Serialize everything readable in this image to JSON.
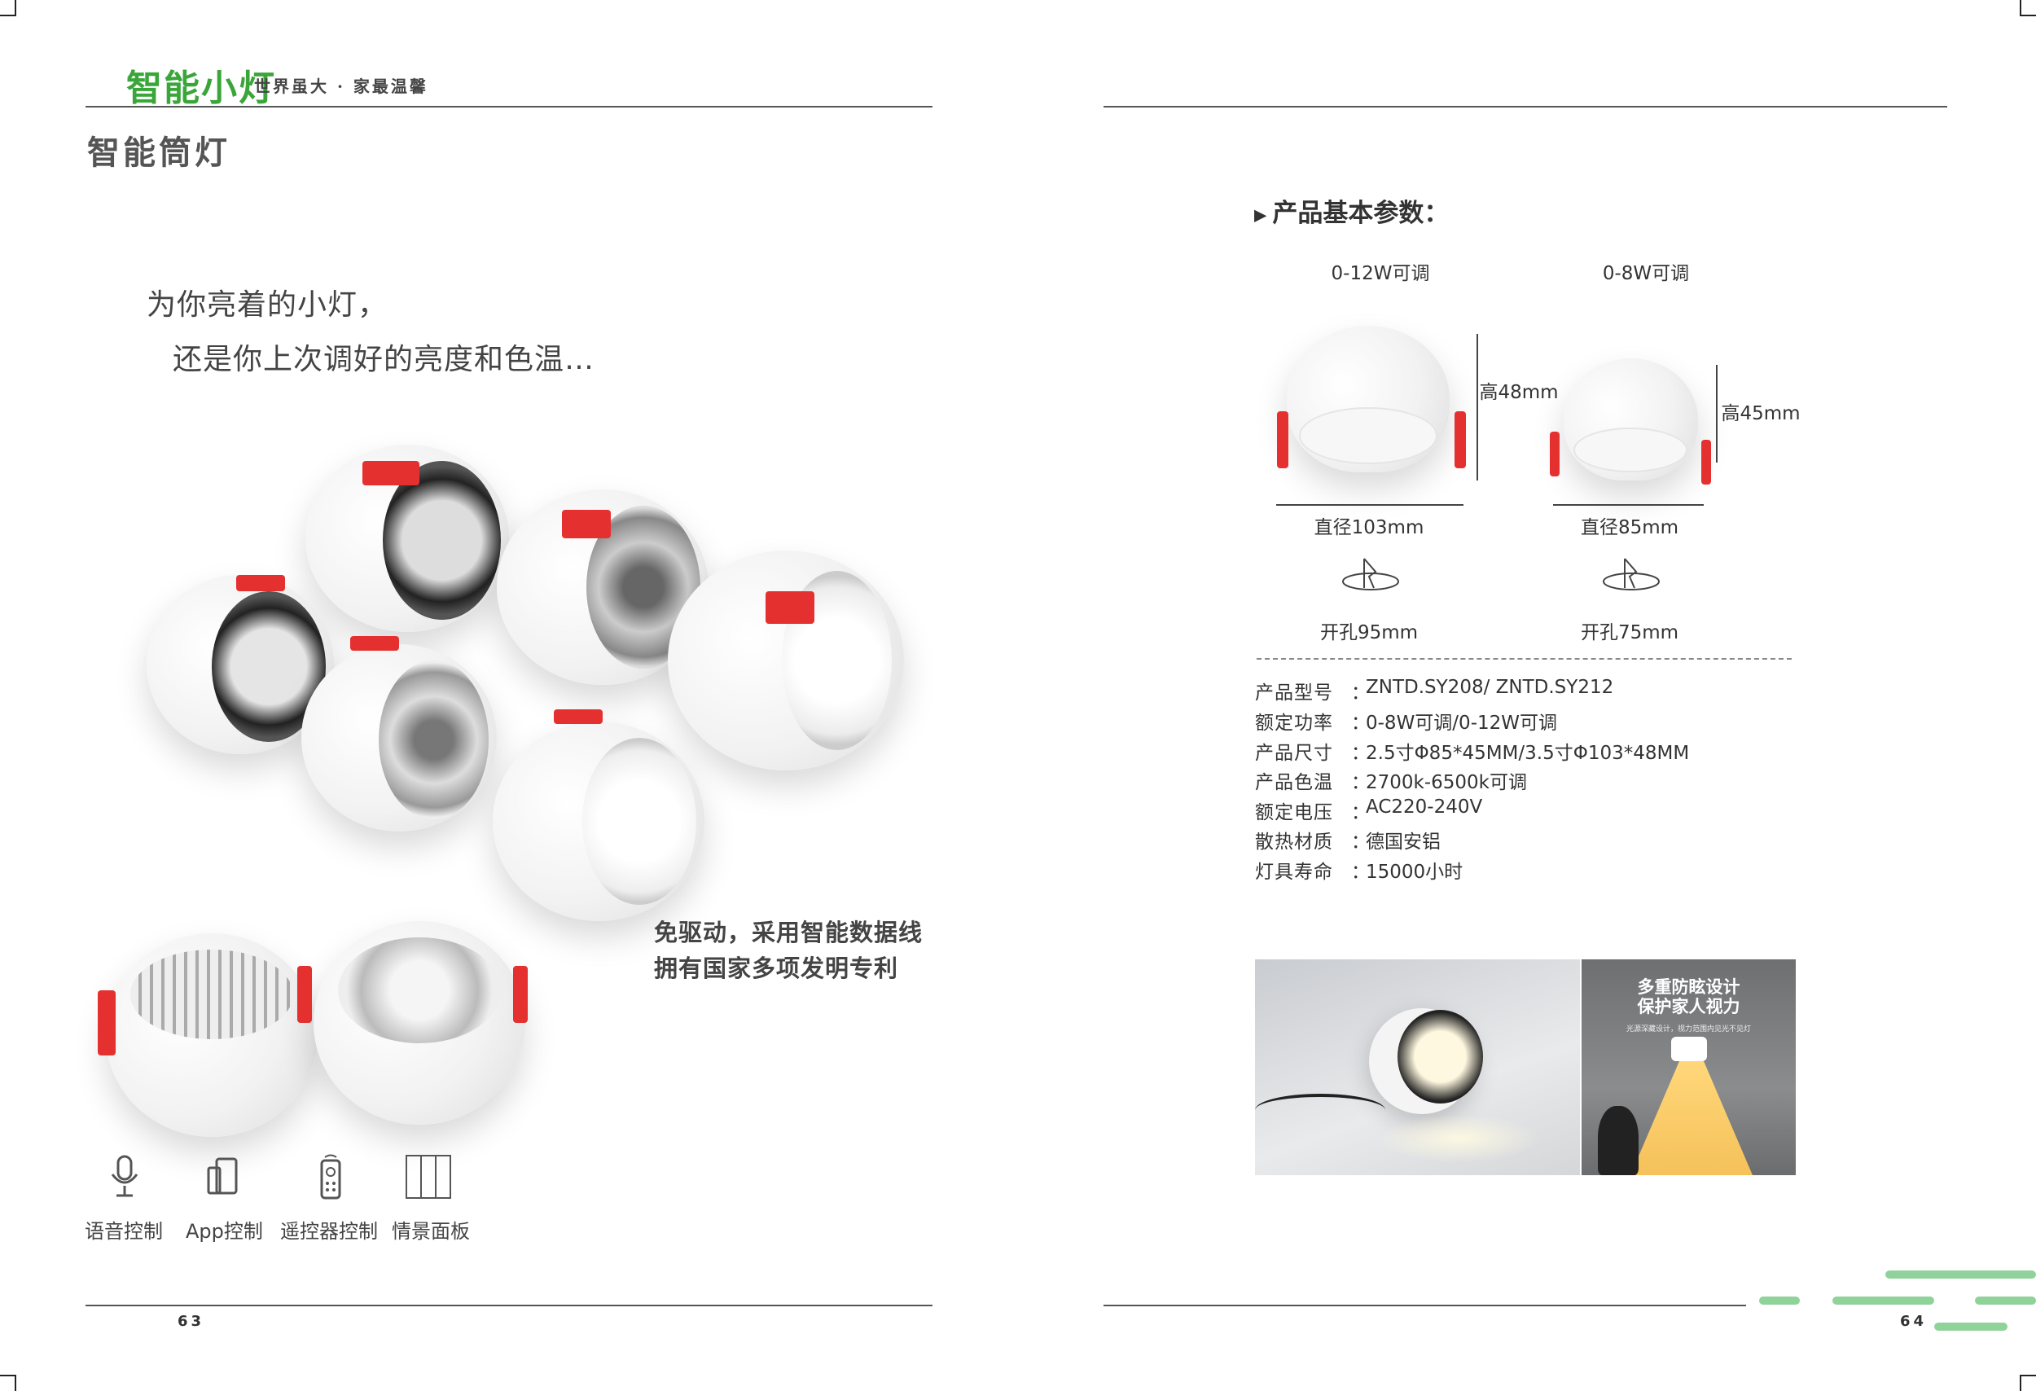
{
  "left_page": {
    "logo_text": "智能小灯",
    "slogan": "世界虽大 · 家最温馨",
    "title": "智能筒灯",
    "tagline": [
      "为你亮着的小灯，",
      "还是你上次调好的亮度和色温…"
    ],
    "feature": [
      "免驱动，采用智能数据线",
      "拥有国家多项发明专利"
    ],
    "controls": [
      {
        "icon": "microphone-icon",
        "label": "语音控制"
      },
      {
        "icon": "phone-icon",
        "label": "App控制"
      },
      {
        "icon": "remote-control-icon",
        "label": "遥控器控制"
      },
      {
        "icon": "scene-panel-icon",
        "label": "情景面板"
      }
    ],
    "page_number": "63"
  },
  "right_page": {
    "section_title": "产品基本参数：",
    "models": [
      {
        "power": "0-12W可调",
        "height": "高48mm",
        "diameter": "直径103mm",
        "cutout": "开孔95mm"
      },
      {
        "power": "0-8W可调",
        "height": "高45mm",
        "diameter": "直径85mm",
        "cutout": "开孔75mm"
      }
    ],
    "specs": [
      {
        "label": "产品型号",
        "value": "ZNTD.SY208/ ZNTD.SY212"
      },
      {
        "label": "额定功率",
        "value": "0-8W可调/0-12W可调"
      },
      {
        "label": "产品尺寸",
        "value": "2.5寸Φ85*45MM/3.5寸Φ103*48MM"
      },
      {
        "label": "产品色温",
        "value": "2700k-6500k可调"
      },
      {
        "label": "额定电压",
        "value": "AC220-240V"
      },
      {
        "label": "散热材质",
        "value": "德国安铝"
      },
      {
        "label": "灯具寿命",
        "value": "15000小时"
      }
    ],
    "colon": "：",
    "promo": {
      "title": [
        "多重防眩设计",
        "保护家人视力"
      ],
      "subtitle": "光源深藏设计，视力范围内见光不见灯"
    },
    "page_number": "64"
  },
  "colors": {
    "brand_green": "#3aa63a",
    "clip_red": "#e53030",
    "accent_green": "#8fd39a"
  }
}
